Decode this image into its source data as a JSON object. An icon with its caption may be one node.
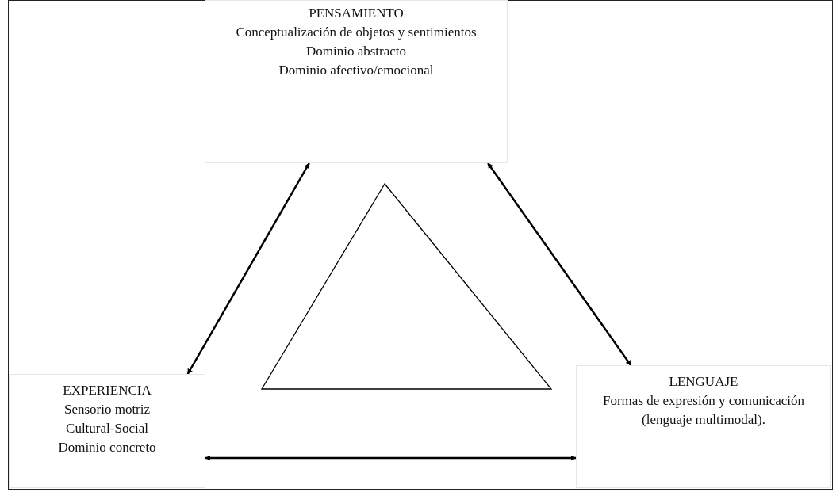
{
  "diagram": {
    "nodes": [
      {
        "text": [
          "PENSAMIENTO",
          "Conceptualización de objetos y sentimientos",
          "Dominio abstracto",
          "Dominio afectivo/emocional"
        ]
      },
      {
        "text": [
          "EXPERIENCIA",
          "Sensorio motriz",
          "Cultural-Social",
          "Dominio concreto"
        ]
      },
      {
        "text": [
          "LENGUAJE",
          "Formas de expresión y comunicación (lenguaje multimodal)."
        ]
      }
    ],
    "edges": [
      {
        "from": 0,
        "to": 1,
        "arrow": "both"
      },
      {
        "from": 0,
        "to": 2,
        "arrow": "both"
      },
      {
        "from": 1,
        "to": 2,
        "arrow": "both"
      }
    ]
  }
}
